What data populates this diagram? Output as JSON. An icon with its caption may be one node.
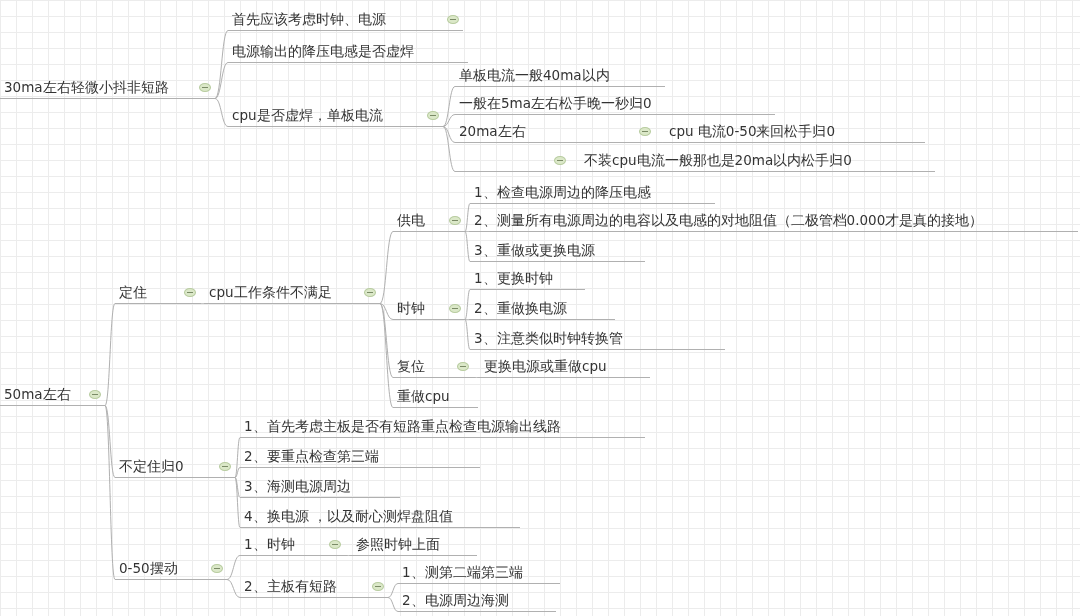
{
  "diagram": {
    "nodes": [
      {
        "text": [
          "30ma左右轻微小抖非短路"
        ]
      },
      {
        "text": [
          "首先应该考虑时钟、电源"
        ]
      },
      {
        "text": [
          "电源输出的降压电感是否虚焊"
        ]
      },
      {
        "text": [
          "cpu是否虚焊，单板电流"
        ]
      },
      {
        "text": [
          "单板电流一般40ma以内"
        ]
      },
      {
        "text": [
          "一般在5ma左右松手晚一秒归0"
        ]
      },
      {
        "text": [
          "20ma左右"
        ]
      },
      {
        "text": [
          "cpu 电流0-50来回松手归0"
        ]
      },
      {
        "text": [],
        "shape": "line"
      },
      {
        "text": [
          "不装cpu电流一般那也是20ma以内松手归0"
        ]
      },
      {
        "text": [
          "50ma左右"
        ]
      },
      {
        "text": [
          "定住"
        ]
      },
      {
        "text": [
          "cpu工作条件不满足"
        ]
      },
      {
        "text": [
          "供电"
        ]
      },
      {
        "text": [
          "1、检查电源周边的降压电感"
        ]
      },
      {
        "text": [
          "2、测量所有电源周边的电容以及电感的对地阻值（二极管档0.000才是真的接地）"
        ]
      },
      {
        "text": [
          "3、重做或更换电源"
        ]
      },
      {
        "text": [
          "时钟"
        ]
      },
      {
        "text": [
          "1、更换时钟"
        ]
      },
      {
        "text": [
          "2、重做换电源"
        ]
      },
      {
        "text": [
          "3、注意类似时钟转换管"
        ]
      },
      {
        "text": [
          "复位"
        ]
      },
      {
        "text": [
          "更换电源或重做cpu"
        ]
      },
      {
        "text": [
          "重做cpu"
        ]
      },
      {
        "text": [
          "不定住归0"
        ]
      },
      {
        "text": [
          "1、首先考虑主板是否有短路重点检查电源输出线路"
        ]
      },
      {
        "text": [
          "2、要重点检查第三端"
        ]
      },
      {
        "text": [
          "3、海测电源周边"
        ]
      },
      {
        "text": [
          "4、换电源 ，以及耐心测焊盘阻值"
        ]
      },
      {
        "text": [
          "0-50摆动"
        ]
      },
      {
        "text": [
          "1、时钟"
        ]
      },
      {
        "text": [
          "参照时钟上面"
        ]
      },
      {
        "text": [
          "2、主板有短路"
        ]
      },
      {
        "text": [
          "1、测第二端第三端"
        ]
      },
      {
        "text": [
          "2、电源周边海测"
        ]
      }
    ],
    "edges": [
      {
        "from": 0,
        "to": 1,
        "arrow": "none"
      },
      {
        "from": 0,
        "to": 2,
        "arrow": "none"
      },
      {
        "from": 0,
        "to": 3,
        "arrow": "none"
      },
      {
        "from": 3,
        "to": 4,
        "arrow": "none"
      },
      {
        "from": 3,
        "to": 5,
        "arrow": "none"
      },
      {
        "from": 3,
        "to": 6,
        "arrow": "none"
      },
      {
        "from": 6,
        "to": 7,
        "arrow": "none"
      },
      {
        "from": 3,
        "to": 8,
        "arrow": "none"
      },
      {
        "from": 8,
        "to": 9,
        "arrow": "none"
      },
      {
        "from": 10,
        "to": 11,
        "arrow": "none"
      },
      {
        "from": 11,
        "to": 12,
        "arrow": "none"
      },
      {
        "from": 12,
        "to": 13,
        "arrow": "none"
      },
      {
        "from": 13,
        "to": 14,
        "arrow": "none"
      },
      {
        "from": 13,
        "to": 15,
        "arrow": "none"
      },
      {
        "from": 13,
        "to": 16,
        "arrow": "none"
      },
      {
        "from": 12,
        "to": 17,
        "arrow": "none"
      },
      {
        "from": 17,
        "to": 18,
        "arrow": "none"
      },
      {
        "from": 17,
        "to": 19,
        "arrow": "none"
      },
      {
        "from": 17,
        "to": 20,
        "arrow": "none"
      },
      {
        "from": 12,
        "to": 21,
        "arrow": "none"
      },
      {
        "from": 21,
        "to": 22,
        "arrow": "none"
      },
      {
        "from": 12,
        "to": 23,
        "arrow": "none"
      },
      {
        "from": 10,
        "to": 24,
        "arrow": "none"
      },
      {
        "from": 24,
        "to": 25,
        "arrow": "none"
      },
      {
        "from": 24,
        "to": 26,
        "arrow": "none"
      },
      {
        "from": 24,
        "to": 27,
        "arrow": "none"
      },
      {
        "from": 24,
        "to": 28,
        "arrow": "none"
      },
      {
        "from": 10,
        "to": 29,
        "arrow": "none"
      },
      {
        "from": 29,
        "to": 30,
        "arrow": "none"
      },
      {
        "from": 30,
        "to": 31,
        "arrow": "none"
      },
      {
        "from": 29,
        "to": 32,
        "arrow": "none"
      },
      {
        "from": 32,
        "to": 33,
        "arrow": "none"
      },
      {
        "from": 32,
        "to": 34,
        "arrow": "none"
      }
    ]
  }
}
